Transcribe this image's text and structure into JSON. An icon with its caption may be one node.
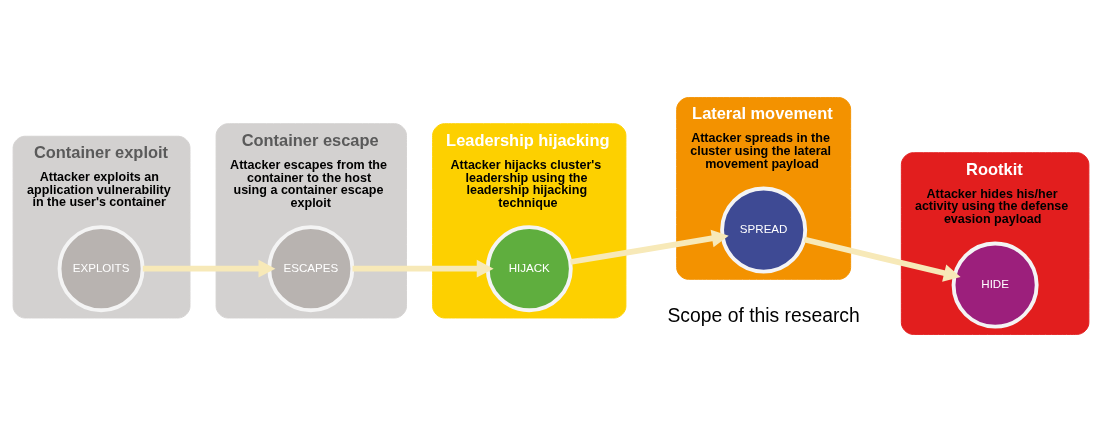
{
  "diagram": {
    "nodes": [
      {
        "text": [
          "Container exploit",
          "Attacker exploits an application vulnerability in the user's container"
        ]
      },
      {
        "text": [
          "EXPLOITS"
        ],
        "in": 0
      },
      {
        "text": [
          "Container escape",
          "Attacker escapes from the container to the host using a container escape exploit"
        ]
      },
      {
        "text": [
          "ESCAPES"
        ],
        "in": 2
      },
      {
        "text": [
          "Leadership hijacking",
          "Attacker hijacks cluster's leadership using the leadership hijacking technique"
        ]
      },
      {
        "text": [
          "HIJACK"
        ],
        "in": 4
      },
      {
        "text": [
          "Lateral movement",
          "Attacker spreads in the cluster using the lateral movement payload"
        ]
      },
      {
        "text": [
          "SPREAD"
        ],
        "in": 6
      },
      {
        "text": [
          "Rootkit",
          "Attacker hides his/her activity using the defense evasion payload"
        ]
      },
      {
        "text": [
          "HIDE"
        ],
        "in": 8
      }
    ],
    "edges": [
      {
        "from": 1,
        "to": 3,
        "arrow": "to"
      },
      {
        "from": 3,
        "to": 5,
        "arrow": "to"
      },
      {
        "from": 5,
        "to": 7,
        "arrow": "to"
      },
      {
        "from": 7,
        "to": 9,
        "arrow": "to"
      }
    ],
    "labels": [
      "Scope of this research"
    ]
  }
}
